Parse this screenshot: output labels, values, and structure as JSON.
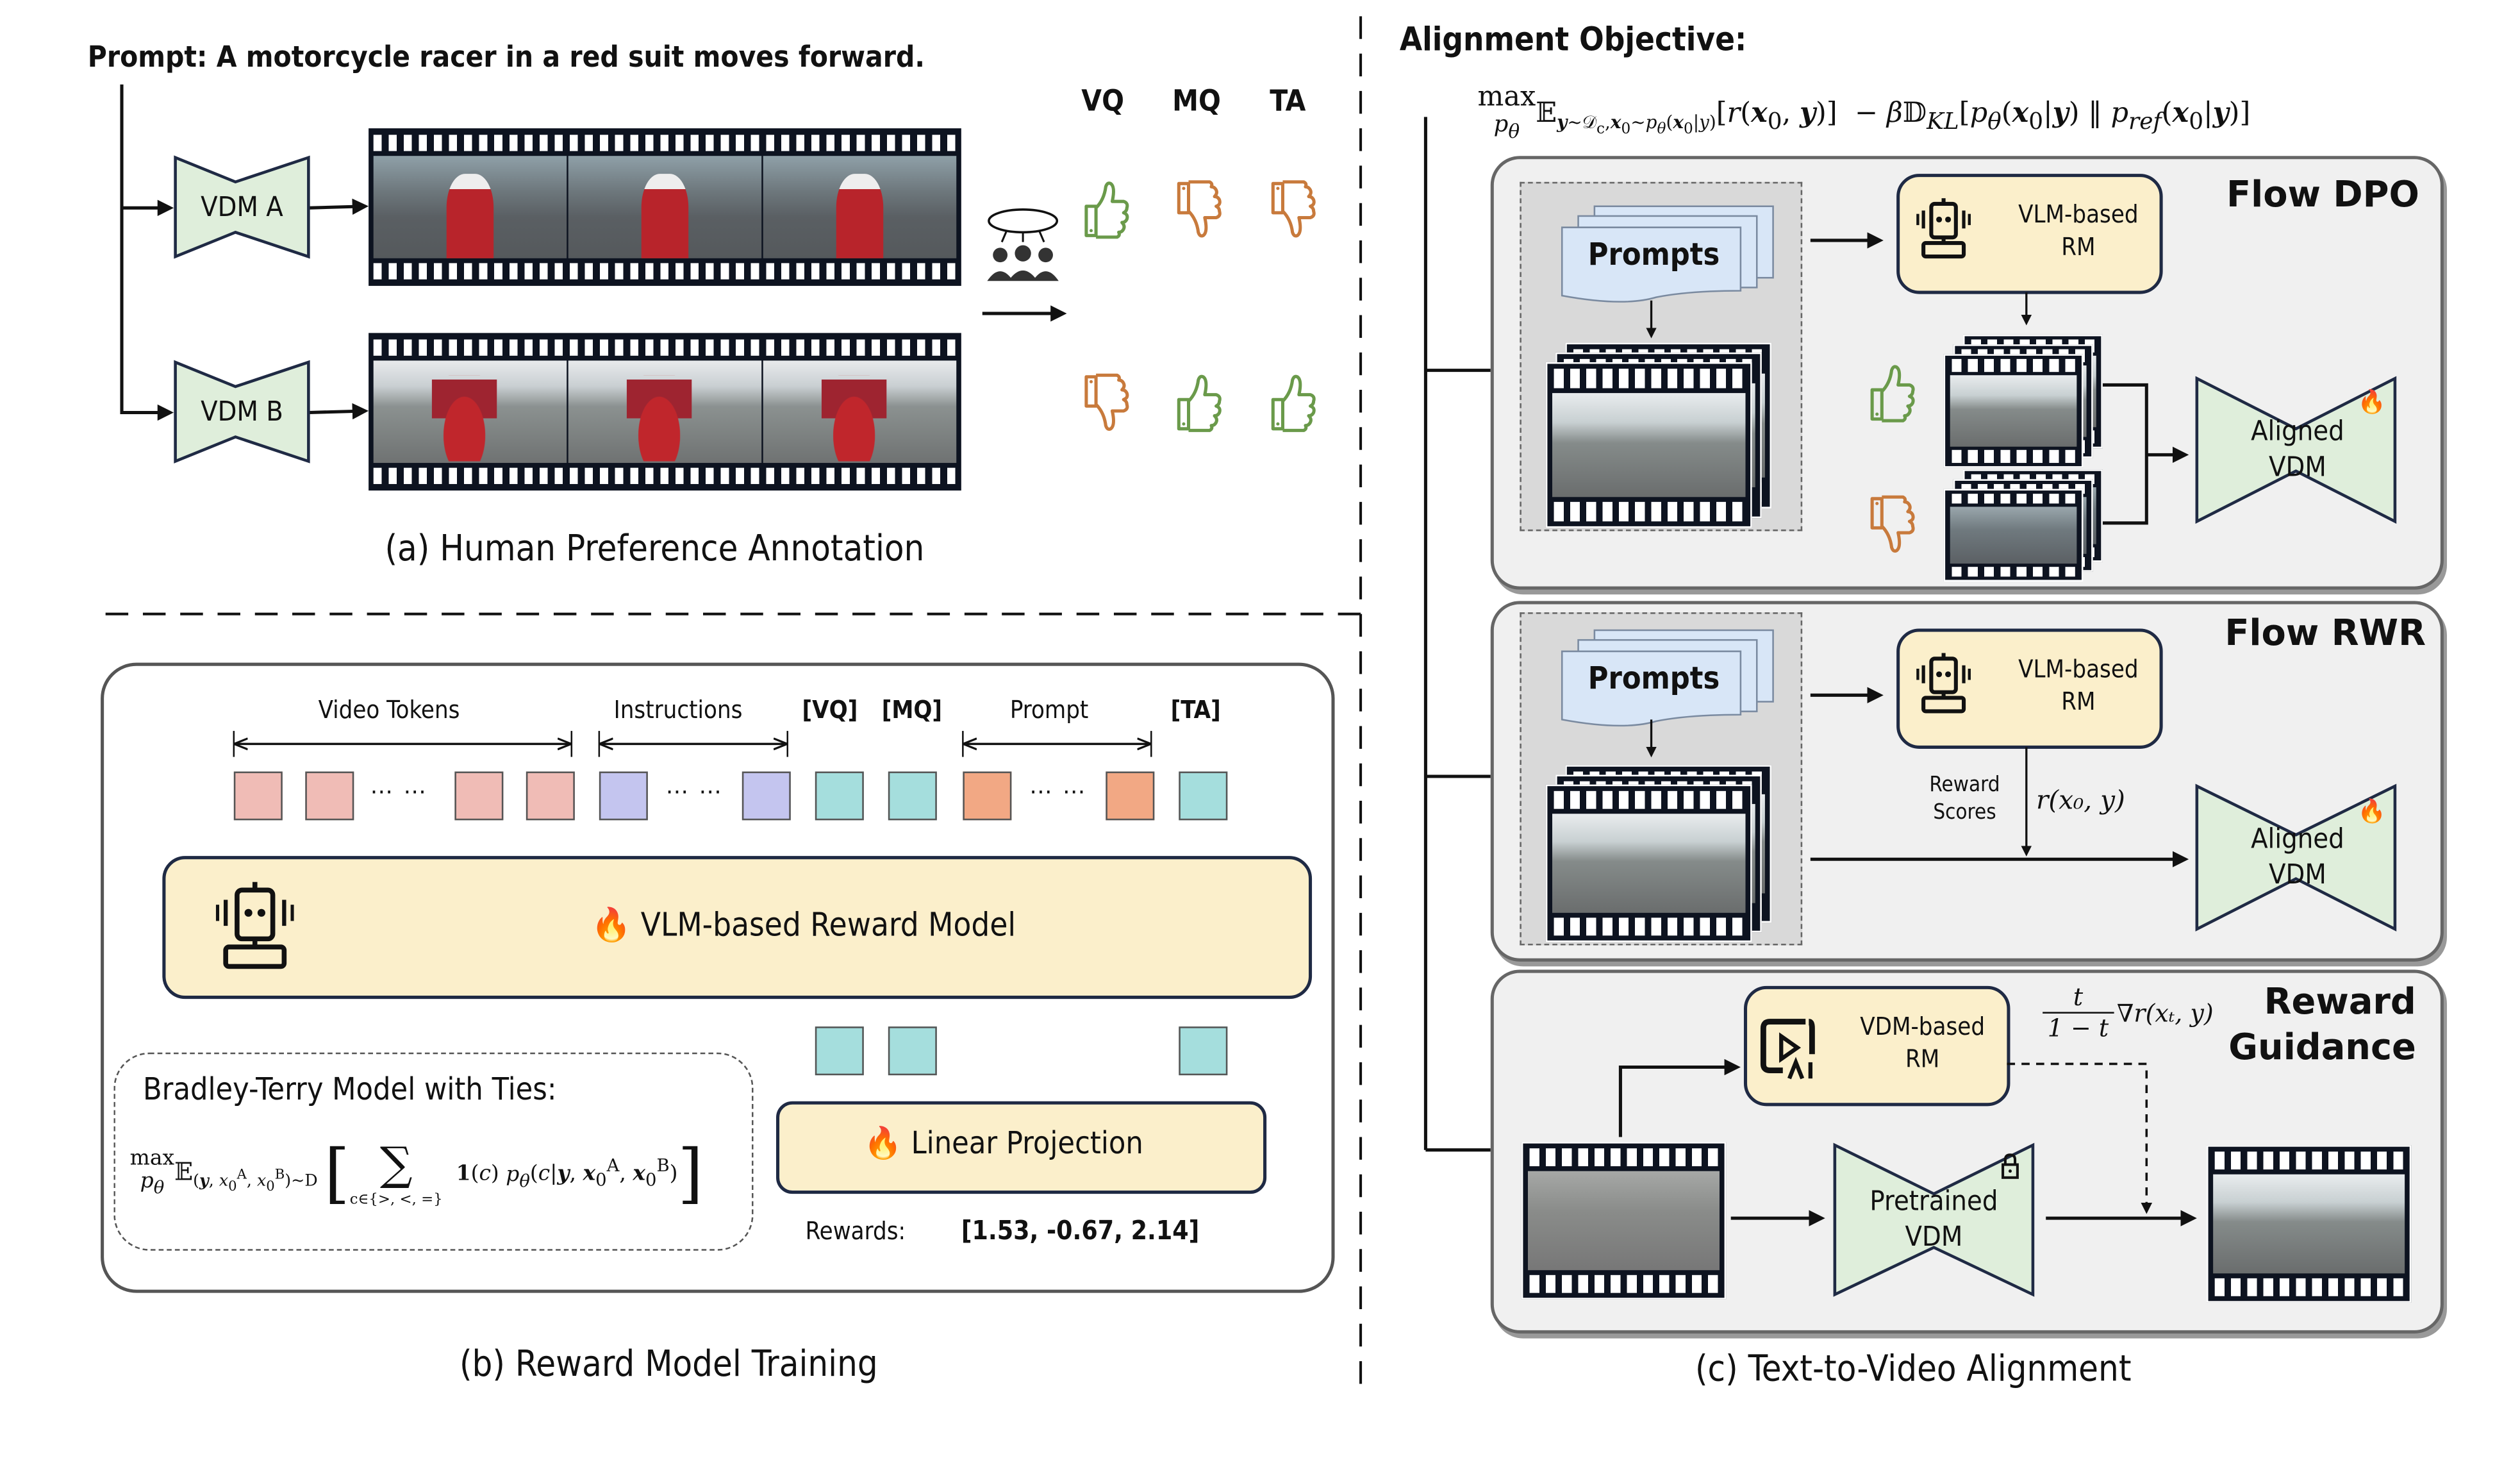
{
  "section_a": {
    "prompt_text": "Prompt: A motorcycle racer in a red suit moves forward.",
    "model_a_label": "VDM A",
    "model_b_label": "VDM B",
    "criteria": [
      "VQ",
      "MQ",
      "TA"
    ],
    "ratings": {
      "video_a": [
        "thumbs-up",
        "thumbs-down",
        "thumbs-down"
      ],
      "video_b": [
        "thumbs-down",
        "thumbs-up",
        "thumbs-up"
      ]
    },
    "caption": "(a) Human Preference Annotation"
  },
  "section_b": {
    "token_groups": {
      "video_tokens": "Video Tokens",
      "instructions": "Instructions",
      "vq": "[VQ]",
      "mq": "[MQ]",
      "prompt": "Prompt",
      "ta": "[TA]"
    },
    "ellipsis": "⋯ ⋯",
    "reward_model_label": "VLM-based Reward Model",
    "linear_projection_label": "Linear Projection",
    "bt_title": "Bradley-Terry Model with Ties:",
    "bt_formula": "max_{pθ} E_{(y, x0^A, x0^B)~D} [ Σ_{c∈{>,<,=}} 1(c) pθ(c | y, x0^A, x0^B) ]",
    "rewards_label": "Rewards:",
    "rewards_values": "[1.53, -0.67, 2.14]",
    "caption": "(b) Reward Model Training"
  },
  "section_c": {
    "objective_title": "Alignment Objective:",
    "objective_formula": "max_{pθ} E_{y~Dc, x0~pθ(x0|y)}[r(x0, y)] − βD_KL[pθ(x0|y) ‖ p_ref(x0|y)]",
    "flow_dpo": {
      "title": "Flow DPO",
      "prompts_label": "Prompts",
      "rm_label_line1": "VLM-based",
      "rm_label_line2": "RM",
      "aligned_line1": "Aligned",
      "aligned_line2": "VDM"
    },
    "flow_rwr": {
      "title": "Flow RWR",
      "prompts_label": "Prompts",
      "rm_label_line1": "VLM-based",
      "rm_label_line2": "RM",
      "reward_scores_line1": "Reward",
      "reward_scores_line2": "Scores",
      "reward_formula": "r(x₀, y)",
      "aligned_line1": "Aligned",
      "aligned_line2": "VDM"
    },
    "reward_guidance": {
      "title_line1": "Reward",
      "title_line2": "Guidance",
      "rm_label_line1": "VDM-based",
      "rm_label_line2": "RM",
      "guidance_numerator": "t",
      "guidance_denominator": "1 − t",
      "guidance_term": "∇r(xₜ, y)",
      "pretrained_line1": "Pretrained",
      "pretrained_line2": "VDM"
    },
    "caption": "(c) Text-to-Video Alignment"
  },
  "colors": {
    "vdm_fill": "#dfeedb",
    "vdm_stroke": "#1f2a44",
    "rm_fill": "#fbefcb",
    "panel_fill": "#f0f0f0",
    "thumb_up": "#6a9a4a",
    "thumb_down": "#c87a3c",
    "prompt_doc": "#d8e6f7"
  }
}
